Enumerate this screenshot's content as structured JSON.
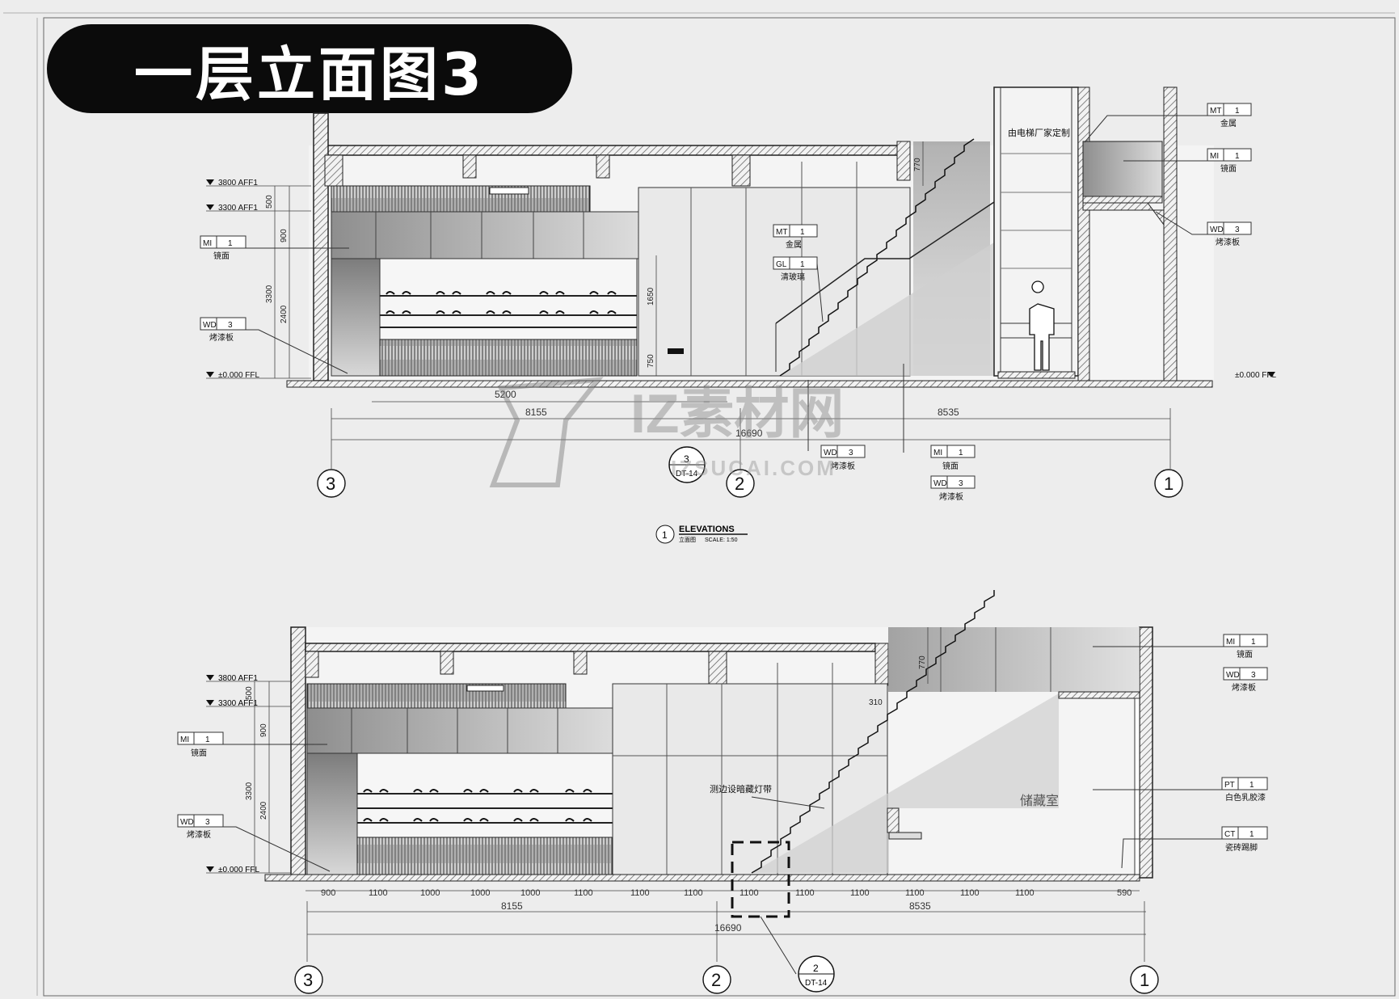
{
  "header": {
    "title": "一层立面图3"
  },
  "elev1": {
    "levels": [
      "3800 AFF1",
      "3300 AFF1",
      "±0.000 FFL",
      "±0.000 FFL"
    ],
    "dims_vertical": [
      "500",
      "900",
      "3300",
      "2400",
      "1650",
      "750",
      "770"
    ],
    "dims_horizontal": [
      "5200",
      "8155",
      "16690",
      "8535"
    ],
    "tags": [
      {
        "code": "MI",
        "num": "1",
        "label": "镜面"
      },
      {
        "code": "WD",
        "num": "3",
        "label": "烤漆板"
      },
      {
        "code": "MT",
        "num": "1",
        "label": "金属"
      },
      {
        "code": "GL",
        "num": "1",
        "label": "清玻璃"
      },
      {
        "code": "MT",
        "num": "1",
        "label": "金属"
      },
      {
        "code": "MI",
        "num": "1",
        "label": "镜面"
      },
      {
        "code": "WD",
        "num": "3",
        "label": "烤漆板"
      },
      {
        "code": "WD",
        "num": "3",
        "label": "烤漆板"
      },
      {
        "code": "MI",
        "num": "1",
        "label": "镜面"
      },
      {
        "code": "WD",
        "num": "3",
        "label": "烤漆板"
      }
    ],
    "note_elevator": "由电梯厂家定制",
    "grid": [
      "3",
      "2",
      "1"
    ],
    "detail": {
      "num": "3",
      "sheet": "DT-14"
    },
    "caption": {
      "num": "1",
      "title": "ELEVATIONS",
      "sub": "立面图",
      "scale": "SCALE: 1:50"
    }
  },
  "elev2": {
    "levels": [
      "3800 AFF1",
      "3300 AFF1",
      "±0.000 FFL"
    ],
    "dims_vertical": [
      "500",
      "900",
      "3300",
      "2400",
      "770",
      "310"
    ],
    "dims_segments": [
      "900",
      "1100",
      "1000",
      "1000",
      "1000",
      "1100",
      "1100",
      "1100",
      "1100",
      "1100",
      "1100",
      "1100",
      "1100",
      "1100",
      "590"
    ],
    "dims_horizontal": [
      "8155",
      "8535",
      "16690"
    ],
    "tags": [
      {
        "code": "MI",
        "num": "1",
        "label": "镜面"
      },
      {
        "code": "WD",
        "num": "3",
        "label": "烤漆板"
      },
      {
        "code": "MI",
        "num": "1",
        "label": "镜面"
      },
      {
        "code": "WD",
        "num": "3",
        "label": "烤漆板"
      },
      {
        "code": "PT",
        "num": "1",
        "label": "白色乳胶漆"
      },
      {
        "code": "CT",
        "num": "1",
        "label": "瓷砖踢脚"
      }
    ],
    "note_light": "测边设暗藏灯带",
    "room": "储藏室",
    "grid": [
      "3",
      "2",
      "1"
    ],
    "detail": {
      "num": "2",
      "sheet": "DT-14"
    }
  },
  "watermark": {
    "text": "IZ素材网",
    "url": "IZSUCAI.COM"
  },
  "colors": {
    "background": "#ededed",
    "ink": "#1a1a1a",
    "panel": "#9a9a9a",
    "pill": "#0b0b0b"
  }
}
